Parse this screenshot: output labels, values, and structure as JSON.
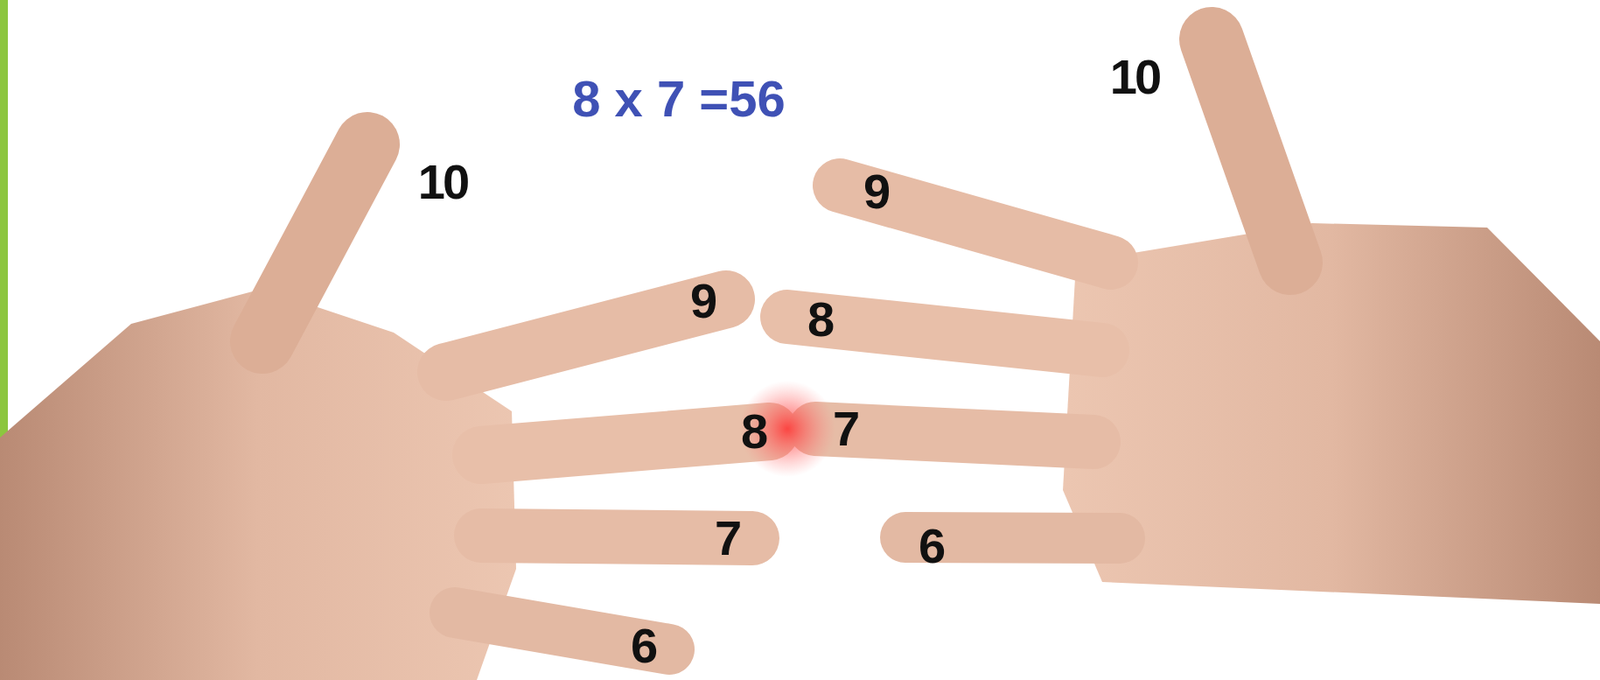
{
  "diagram": {
    "title": "8 x 7 =56",
    "labels": [
      "10",
      "9",
      "8",
      "7",
      "6",
      "10",
      "9",
      "8",
      "7",
      "6"
    ]
  }
}
